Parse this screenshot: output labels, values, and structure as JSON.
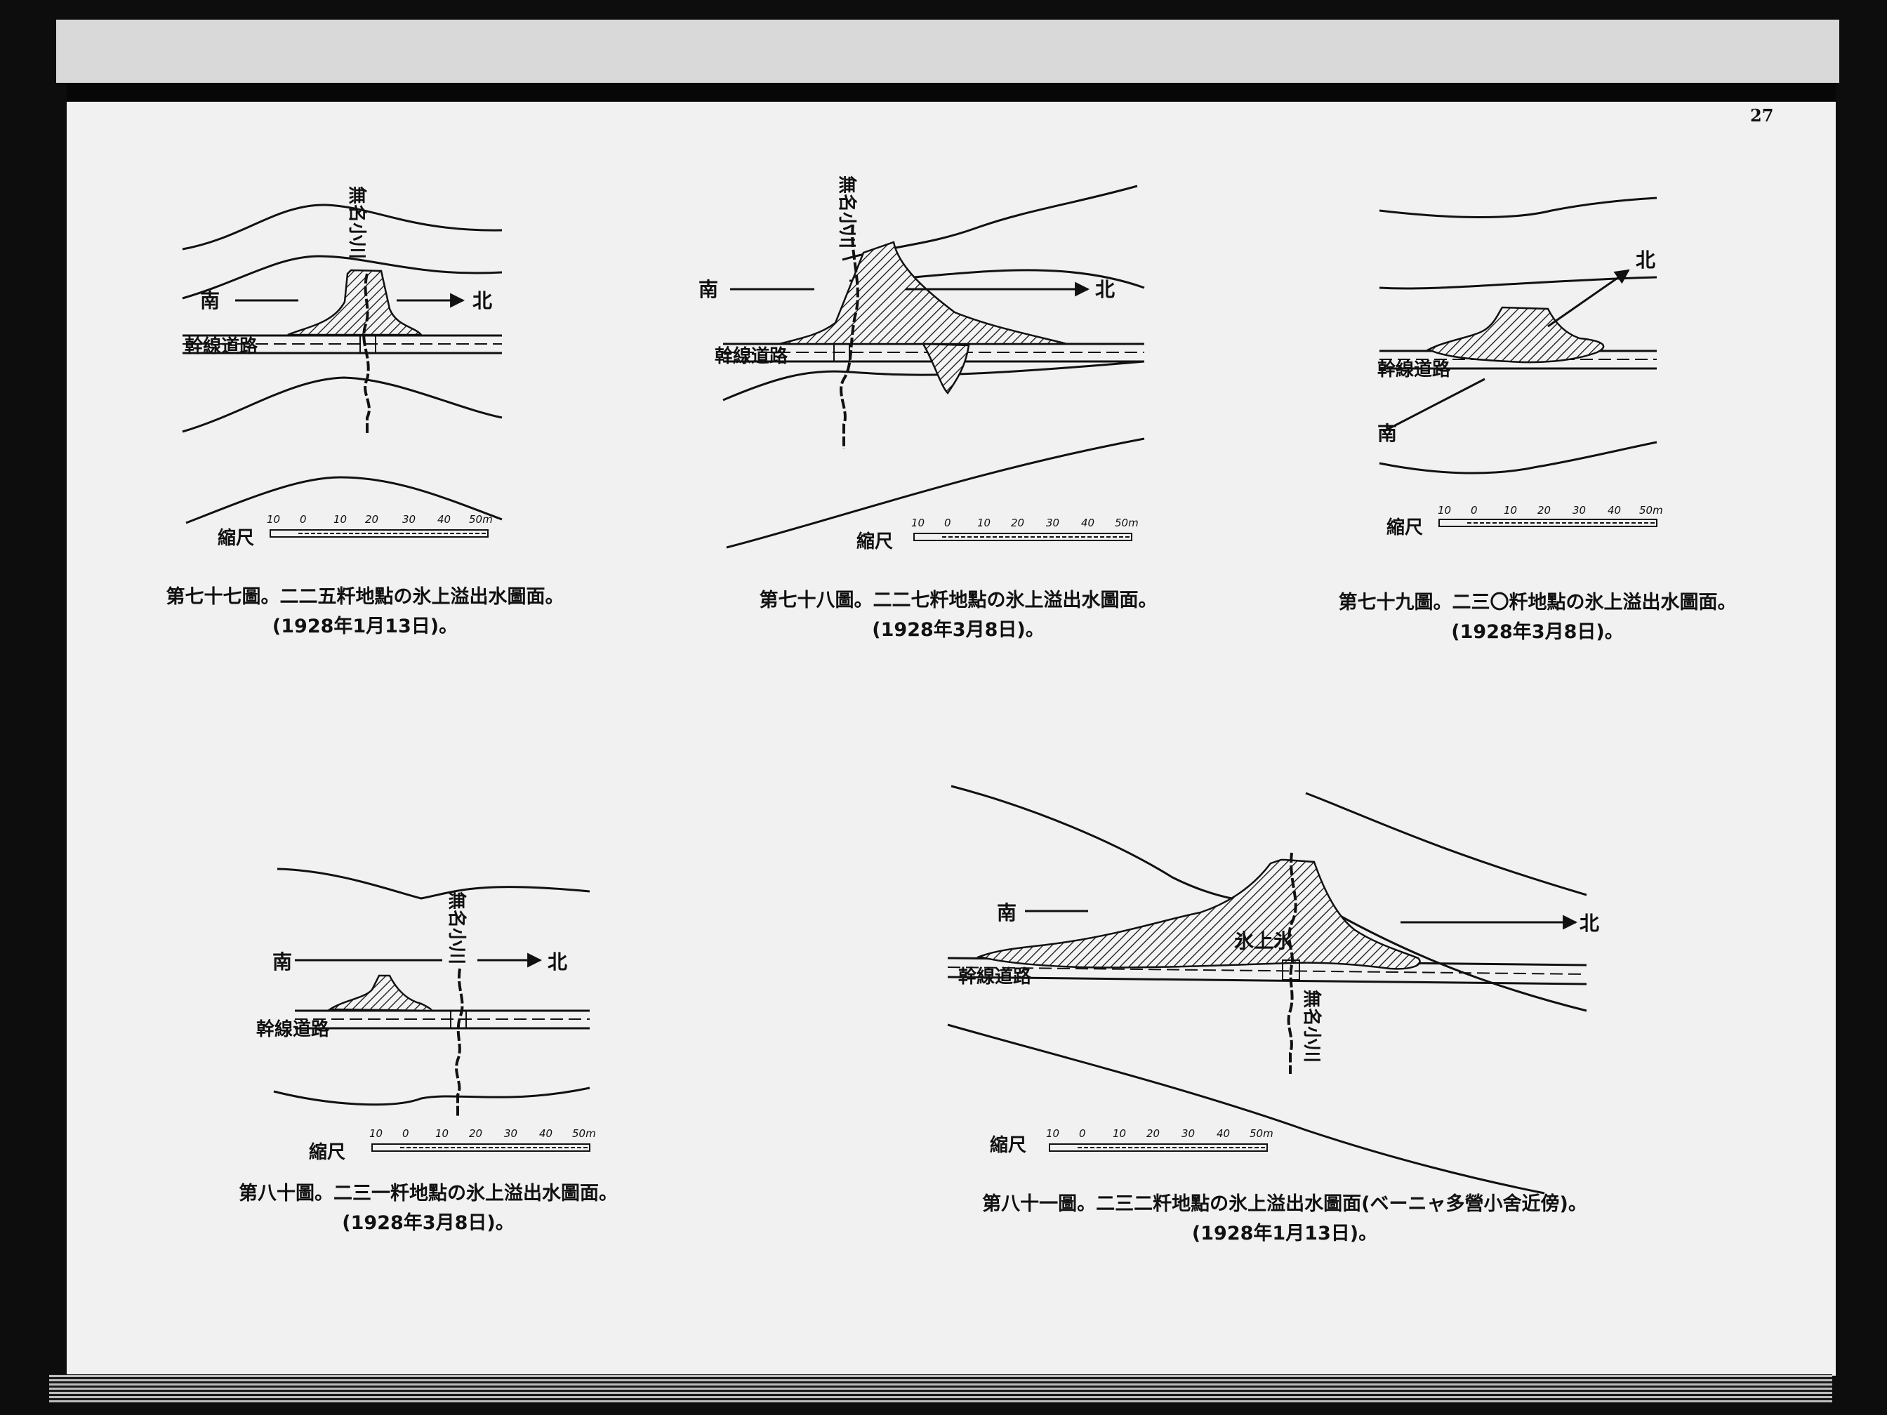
{
  "page_number": "27",
  "figures": [
    {
      "id": "fig77",
      "labels": {
        "stream": "無名小川",
        "south": "南",
        "north": "北",
        "road": "幹線道路",
        "scale": "縮尺"
      },
      "scale_ticks": [
        "10",
        "0",
        "10",
        "20",
        "30",
        "40",
        "50m"
      ],
      "caption_line1": "第七十七圖。二二五粁地點の氷上溢出水圖面。",
      "caption_line2": "(1928年1月13日)。"
    },
    {
      "id": "fig78",
      "labels": {
        "stream": "無名小川",
        "south": "南",
        "north": "北",
        "road": "幹線道路",
        "scale": "縮尺"
      },
      "scale_ticks": [
        "10",
        "0",
        "10",
        "20",
        "30",
        "40",
        "50m"
      ],
      "caption_line1": "第七十八圖。二二七粁地點の氷上溢出水圖面。",
      "caption_line2": "(1928年3月8日)。"
    },
    {
      "id": "fig79",
      "labels": {
        "north": "北",
        "road": "幹線道路",
        "south": "南",
        "scale": "縮尺"
      },
      "scale_ticks": [
        "10",
        "0",
        "10",
        "20",
        "30",
        "40",
        "50m"
      ],
      "caption_line1": "第七十九圖。二三〇粁地點の氷上溢出水圖面。",
      "caption_line2": "(1928年3月8日)。"
    },
    {
      "id": "fig80",
      "labels": {
        "stream": "無名小川",
        "south": "南",
        "north": "北",
        "road": "幹線道路",
        "scale": "縮尺"
      },
      "scale_ticks": [
        "10",
        "0",
        "10",
        "20",
        "30",
        "40",
        "50m"
      ],
      "caption_line1": "第八十圖。二三一粁地點の氷上溢出水圖面。",
      "caption_line2": "(1928年3月8日)。"
    },
    {
      "id": "fig81",
      "labels": {
        "south": "南",
        "north": "北",
        "ice": "氷上氷",
        "road": "幹線道路",
        "stream": "無名小川",
        "scale": "縮尺"
      },
      "scale_ticks": [
        "10",
        "0",
        "10",
        "20",
        "30",
        "40",
        "50m"
      ],
      "caption_line1": "第八十一圖。二三二粁地點の氷上溢出水圖面(ベーニャ多營小舍近傍)。",
      "caption_line2": "(1928年1月13日)。"
    }
  ]
}
